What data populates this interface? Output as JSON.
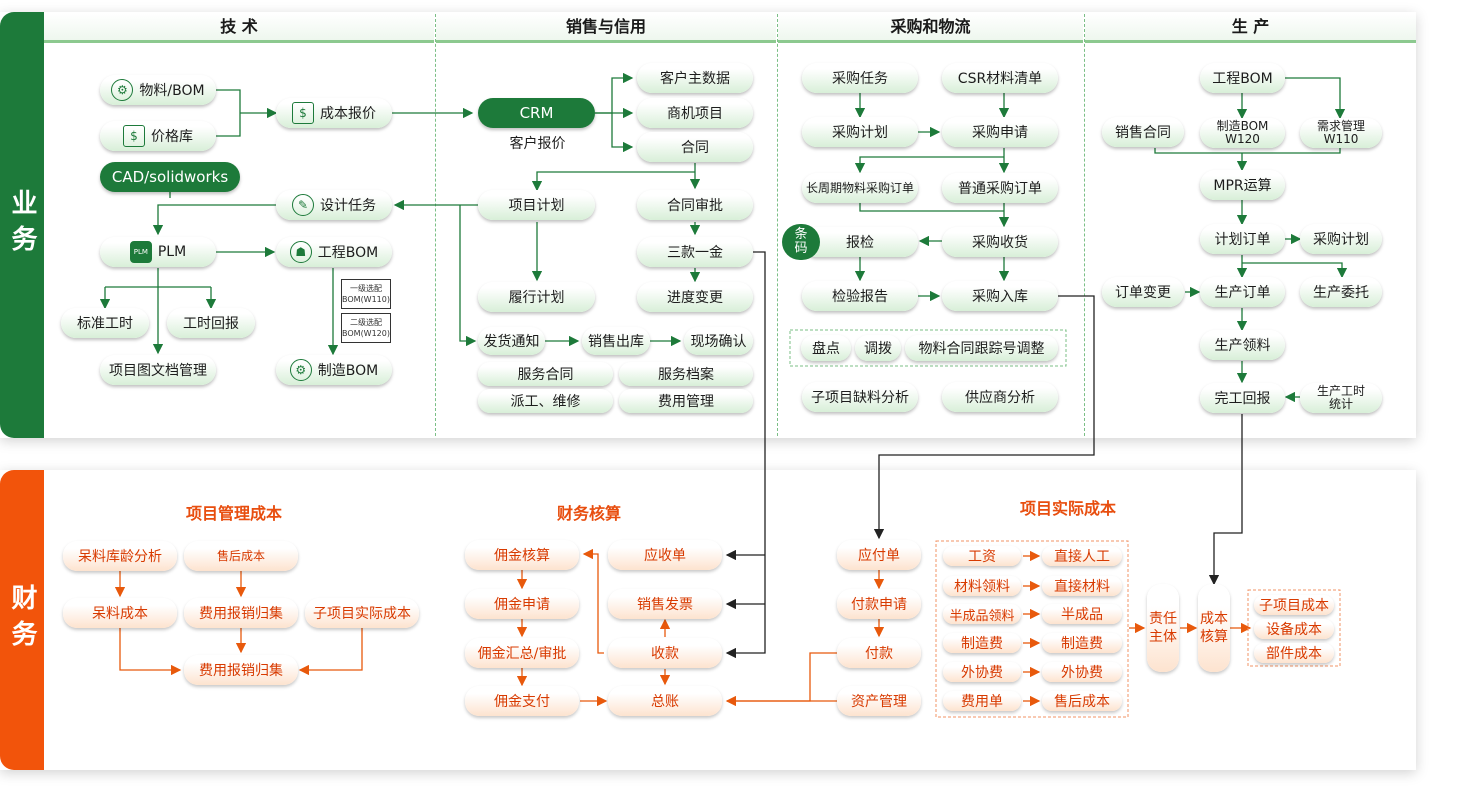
{
  "sections": {
    "business_label": "业务",
    "finance_label": "财务",
    "headers": {
      "tech": "技 术",
      "sales": "销售与信用",
      "procurement": "采购和物流",
      "production": "生 产"
    }
  },
  "tech": {
    "material_bom": "物料/BOM",
    "price_lib": "价格库",
    "cost_quote": "成本报价",
    "cad": "CAD/solidworks",
    "design_task": "设计任务",
    "plm": "PLM",
    "plm_icon_text": "PLM",
    "eng_bom": "工程BOM",
    "option1": "一级选配 BOM(W110)",
    "option2": "二级选配 BOM(W120)",
    "mfg_bom": "制造BOM",
    "std_hours": "标准工时",
    "hour_report": "工时回报",
    "doc_mgmt": "项目图文档管理"
  },
  "sales": {
    "crm": "CRM",
    "customer_quote": "客户报价",
    "customer_master": "客户主数据",
    "opportunity": "商机项目",
    "contract": "合同",
    "project_plan": "项目计划",
    "contract_approval": "合同审批",
    "three_payments": "三款一金",
    "fulfill_plan": "履行计划",
    "progress_change": "进度变更",
    "ship_notice": "发货通知",
    "sales_out": "销售出库",
    "site_confirm": "现场确认",
    "service_contract": "服务合同",
    "service_file": "服务档案",
    "dispatch_repair": "派工、维修",
    "expense_mgmt": "费用管理"
  },
  "procurement": {
    "purchase_task": "采购任务",
    "csr_list": "CSR材料清单",
    "purchase_plan": "采购计划",
    "purchase_request": "采购申请",
    "long_cycle_po": "长周期物料采购订单",
    "normal_po": "普通采购订单",
    "barcode": "条码",
    "inspection": "报检",
    "purchase_receive": "采购收货",
    "inspection_report": "检验报告",
    "purchase_in": "采购入库",
    "stocktake": "盘点",
    "transfer": "调拨",
    "track_adjust": "物料合同跟踪号调整",
    "shortage_analysis": "子项目缺料分析",
    "supplier_analysis": "供应商分析"
  },
  "production": {
    "eng_bom": "工程BOM",
    "sales_contract": "销售合同",
    "mfg_bom_w120": "制造BOM W120",
    "demand_mgmt": "需求管理 W110",
    "mrp": "MPR运算",
    "plan_order": "计划订单",
    "purchase_plan": "采购计划",
    "order_change": "订单变更",
    "production_order": "生产订单",
    "outsource": "生产委托",
    "material_issue": "生产领料",
    "completion": "完工回报",
    "work_hours": "生产工时 统计"
  },
  "finance": {
    "pm_cost_title": "项目管理成本",
    "accounting_title": "财务核算",
    "actual_cost_title": "项目实际成本",
    "aging": "呆料库龄分析",
    "aftersale_cost": "售后成本",
    "slow_cost": "呆料成本",
    "expense_collect": "费用报销归集",
    "sub_actual": "子项目实际成本",
    "expense_collect2": "费用报销归集",
    "commission_calc": "佣金核算",
    "commission_apply": "佣金申请",
    "commission_approve": "佣金汇总/审批",
    "commission_pay": "佣金支付",
    "receivable": "应收单",
    "sales_invoice": "销售发票",
    "collection": "收款",
    "ledger": "总账",
    "payable": "应付单",
    "payment_apply": "付款申请",
    "payment": "付款",
    "asset_mgmt": "资产管理",
    "wage": "工资",
    "direct_labor": "直接人工",
    "material_issue": "材料领料",
    "direct_material": "直接材料",
    "semi_issue": "半成品领料",
    "semi": "半成品",
    "mfg_fee": "制造费",
    "mfg_fee2": "制造费",
    "outsource_fee": "外协费",
    "outsource_fee2": "外协费",
    "expense_bill": "费用单",
    "responsible": "责任主体",
    "cost_accounting": "成本核算",
    "sub_cost": "子项目成本",
    "equip_cost": "设备成本",
    "part_cost": "部件成本"
  },
  "colors": {
    "green": "#1d7a3a",
    "orange": "#f2540b",
    "line_green": "#1d7a3a",
    "line_orange": "#e8590c"
  }
}
